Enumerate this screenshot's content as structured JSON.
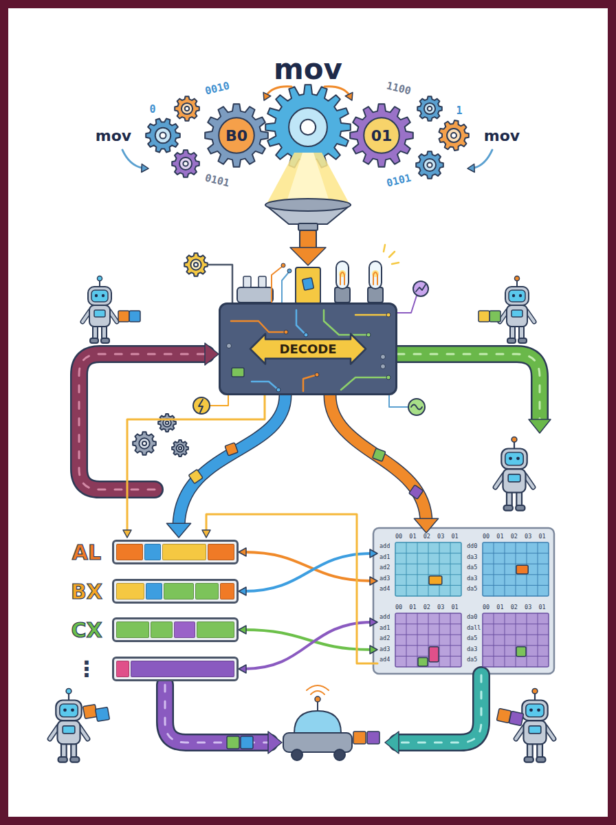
{
  "diagram": {
    "title": "mov",
    "nodes": [
      {
        "text": [
          "B0"
        ]
      },
      {
        "text": [
          "01"
        ]
      },
      {
        "text": [
          "DECODE"
        ]
      },
      {
        "text": [
          "AL"
        ]
      },
      {
        "text": [
          "BX"
        ]
      },
      {
        "text": [
          "CX"
        ]
      },
      {
        "text": [
          "⋮"
        ]
      },
      {
        "text": [
          "00 01 02 03 01",
          "add",
          "ad1",
          "ad2",
          "ad3",
          "ad4"
        ]
      },
      {
        "text": [
          "00 01 02 03 01",
          "dd0",
          "da3",
          "da5",
          "da3",
          "da5"
        ]
      },
      {
        "text": [
          "00 01 02 03 01",
          "add",
          "ad1",
          "ad2",
          "ad3",
          "ad4"
        ]
      },
      {
        "text": [
          "00 01 02 03 01",
          "da0",
          "dall",
          "da5",
          "da3",
          "da5"
        ]
      }
    ],
    "edges": [
      {
        "from": 2,
        "to": 3,
        "arrow": "to"
      },
      {
        "from": 2,
        "to": 3,
        "arrow": "to"
      },
      {
        "from": 2,
        "to": 7,
        "arrow": "to"
      },
      {
        "from": 3,
        "to": 7,
        "arrow": "both"
      },
      {
        "from": 4,
        "to": 7,
        "arrow": "both"
      },
      {
        "from": 5,
        "to": 9,
        "arrow": "both"
      },
      {
        "from": 6,
        "to": 9,
        "arrow": "both"
      },
      {
        "from": 9,
        "to": 3,
        "arrow": "to"
      }
    ],
    "labels": [
      "mov",
      "mov",
      "0010",
      "1100",
      "0101",
      "0101",
      "0",
      "1"
    ]
  }
}
